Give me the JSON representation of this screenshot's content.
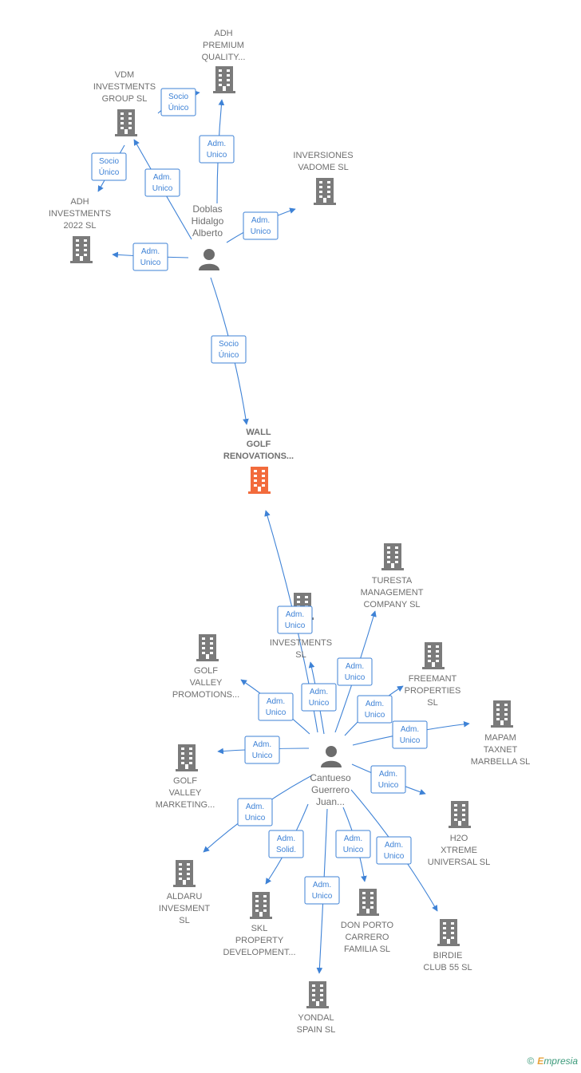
{
  "colors": {
    "company": "#7b7b7b",
    "focus": "#f26b3c",
    "person": "#6c6c6c",
    "edge": "#3e82d6",
    "label": "#6f6f6f"
  },
  "nodes": [
    {
      "id": "adh_premium",
      "kind": "company",
      "label": [
        "ADH",
        "PREMIUM",
        "QUALITY..."
      ]
    },
    {
      "id": "vdm",
      "kind": "company",
      "label": [
        "VDM",
        "INVESTMENTS",
        "GROUP  SL"
      ]
    },
    {
      "id": "inversiones",
      "kind": "company",
      "label": [
        "INVERSIONES",
        "VADOME  SL"
      ]
    },
    {
      "id": "adh_inv",
      "kind": "company",
      "label": [
        "ADH",
        "INVESTMENTS",
        "2022  SL"
      ]
    },
    {
      "id": "doblas",
      "kind": "person",
      "label": [
        "Doblas",
        "Hidalgo",
        "Alberto"
      ]
    },
    {
      "id": "wall",
      "kind": "focus",
      "label": [
        "WALL",
        "GOLF",
        "RENOVATIONS..."
      ]
    },
    {
      "id": "turesta",
      "kind": "company",
      "label": [
        "TURESTA",
        "MANAGEMENT",
        "COMPANY  SL"
      ]
    },
    {
      "id": "investments_sl",
      "kind": "company",
      "label": [
        "INVESTMENTS",
        "SL"
      ]
    },
    {
      "id": "freemant",
      "kind": "company",
      "label": [
        "FREEMANT",
        "PROPERTIES",
        "SL"
      ]
    },
    {
      "id": "golf_promo",
      "kind": "company",
      "label": [
        "GOLF",
        "VALLEY",
        "PROMOTIONS..."
      ]
    },
    {
      "id": "mapam",
      "kind": "company",
      "label": [
        "MAPAM",
        "TAXNET",
        "MARBELLA  SL"
      ]
    },
    {
      "id": "golf_mkt",
      "kind": "company",
      "label": [
        "GOLF",
        "VALLEY",
        "MARKETING..."
      ]
    },
    {
      "id": "cantueso",
      "kind": "person",
      "label": [
        "Cantueso",
        "Guerrero",
        "Juan..."
      ]
    },
    {
      "id": "h2o",
      "kind": "company",
      "label": [
        "H2O",
        "XTREME",
        "UNIVERSAL  SL"
      ]
    },
    {
      "id": "aldaru",
      "kind": "company",
      "label": [
        "ALDARU",
        "INVESMENT",
        "SL"
      ]
    },
    {
      "id": "skl",
      "kind": "company",
      "label": [
        "SKL",
        "PROPERTY",
        "DEVELOPMENT..."
      ]
    },
    {
      "id": "don_porto",
      "kind": "company",
      "label": [
        "DON PORTO",
        "CARRERO",
        "FAMILIA  SL"
      ]
    },
    {
      "id": "birdie",
      "kind": "company",
      "label": [
        "BIRDIE",
        "CLUB 55 SL"
      ]
    },
    {
      "id": "yondal",
      "kind": "company",
      "label": [
        "YONDAL",
        "SPAIN SL"
      ]
    }
  ],
  "edges": [
    {
      "id": "e1",
      "label": [
        "Socio",
        "Único"
      ]
    },
    {
      "id": "e2",
      "label": [
        "Adm.",
        "Unico"
      ]
    },
    {
      "id": "e3",
      "label": [
        "Socio",
        "Único"
      ]
    },
    {
      "id": "e4",
      "label": [
        "Adm.",
        "Unico"
      ]
    },
    {
      "id": "e5",
      "label": [
        "Adm.",
        "Unico"
      ]
    },
    {
      "id": "e6",
      "label": [
        "Adm.",
        "Unico"
      ]
    },
    {
      "id": "e7",
      "label": [
        "Socio",
        "Único"
      ]
    },
    {
      "id": "e8",
      "label": [
        "Adm.",
        "Unico"
      ]
    },
    {
      "id": "e9",
      "label": [
        "Adm.",
        "Unico"
      ]
    },
    {
      "id": "e10",
      "label": [
        "Adm.",
        "Unico"
      ]
    },
    {
      "id": "e11",
      "label": [
        "Adm.",
        "Unico"
      ]
    },
    {
      "id": "e12",
      "label": [
        "Adm.",
        "Unico"
      ]
    },
    {
      "id": "e13",
      "label": [
        "Adm.",
        "Unico"
      ]
    },
    {
      "id": "e14",
      "label": [
        "Adm.",
        "Unico"
      ]
    },
    {
      "id": "e15",
      "label": [
        "Adm.",
        "Unico"
      ]
    },
    {
      "id": "e16",
      "label": [
        "Adm.",
        "Unico"
      ]
    },
    {
      "id": "e17",
      "label": [
        "Adm.",
        "Solid."
      ]
    },
    {
      "id": "e18",
      "label": [
        "Adm.",
        "Unico"
      ]
    },
    {
      "id": "e19",
      "label": [
        "Adm.",
        "Unico"
      ]
    },
    {
      "id": "e20",
      "label": [
        "Adm.",
        "Unico"
      ]
    }
  ],
  "footer": {
    "copyright": "©",
    "brand_first": "E",
    "brand_rest": "mpresia"
  }
}
